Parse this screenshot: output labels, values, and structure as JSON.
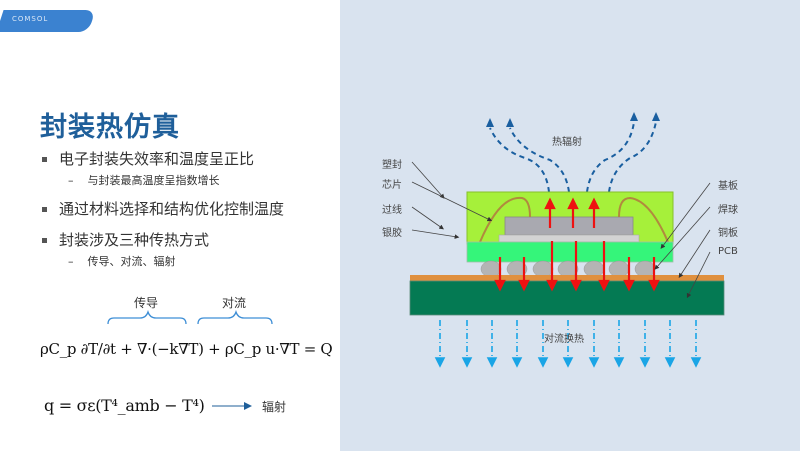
{
  "logo": {
    "text": "COMSOL"
  },
  "slide": {
    "title": "封装热仿真",
    "bullets": [
      {
        "text": "电子封装失效率和温度呈正比",
        "sub": "与封装最高温度呈指数增长"
      },
      {
        "text": "通过材料选择和结构优化控制温度",
        "sub": null
      },
      {
        "text": "封装涉及三种传热方式",
        "sub": "传导、对流、辐射"
      }
    ],
    "sub_dash": "–"
  },
  "equations": {
    "brace_conduction": "传导",
    "brace_convection": "对流",
    "heat_equation": "ρC_p ∂T/∂t + ∇·(−k∇T) + ρC_p u·∇T = Q",
    "radiation_equation": "q = σε(T⁴_amb − T⁴)",
    "radiation_label": "辐射"
  },
  "diagram": {
    "top_label": "热辐射",
    "bottom_label": "对流换热",
    "left_labels": [
      "塑封",
      "芯片",
      "过线",
      "银胶"
    ],
    "right_labels": [
      "基板",
      "焊球",
      "铜板",
      "PCB"
    ],
    "colors": {
      "mold": "#a6f03a",
      "chip": "#a9a9b0",
      "adhesive": "#d3d3d3",
      "substrate": "#35f57a",
      "solder": "#b4b4b4",
      "copper": "#e0903e",
      "pcb": "#047a53",
      "arrow_heat": "#ee1111",
      "arrow_radiation": "#1a5fa0",
      "arrow_convection": "#1aa5e6",
      "wire": "#b08a3e"
    }
  }
}
